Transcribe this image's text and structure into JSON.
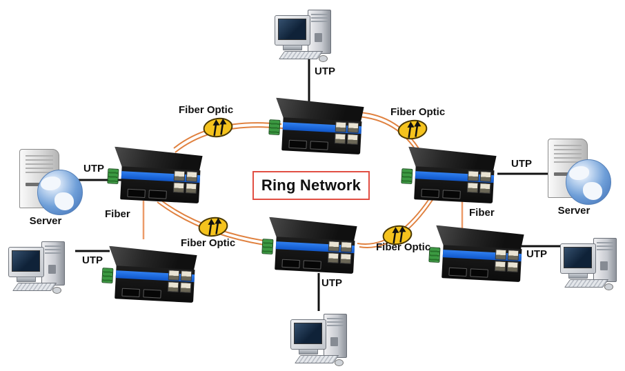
{
  "title": {
    "text": "Ring Network"
  },
  "colors": {
    "fiber_line": "#E0813F",
    "utp_line": "#111111",
    "switch_stripe_blue": "#1765E6",
    "fiber_icon_fill": "#F5C31D",
    "ring_box_border": "#E14E42",
    "label_text": "#111111"
  },
  "nodes": {
    "pc_top": {
      "type": "desktop-computer"
    },
    "pc_bottom_left": {
      "type": "desktop-computer"
    },
    "pc_bottom_center": {
      "type": "desktop-computer"
    },
    "pc_bottom_right": {
      "type": "desktop-computer"
    },
    "server_left": {
      "type": "server",
      "label": "Server"
    },
    "server_right": {
      "type": "server",
      "label": "Server"
    },
    "switch_top": {
      "type": "industrial-ethernet-switch"
    },
    "switch_left": {
      "type": "industrial-ethernet-switch"
    },
    "switch_right": {
      "type": "industrial-ethernet-switch"
    },
    "switch_bottom_center": {
      "type": "industrial-ethernet-switch"
    },
    "switch_bottom_left": {
      "type": "industrial-ethernet-switch"
    },
    "switch_bottom_right": {
      "type": "industrial-ethernet-switch"
    }
  },
  "links": {
    "utp_top": {
      "label": "UTP",
      "from": "pc_top",
      "to": "switch_top"
    },
    "utp_left": {
      "label": "UTP",
      "from": "server_left",
      "to": "switch_left"
    },
    "utp_right": {
      "label": "UTP",
      "from": "switch_right",
      "to": "server_right"
    },
    "utp_bottom_left": {
      "label": "UTP",
      "from": "pc_bottom_left",
      "to": "switch_bottom_left"
    },
    "utp_bottom_center": {
      "label": "UTP",
      "from": "switch_bottom_center",
      "to": "pc_bottom_center"
    },
    "utp_bottom_right": {
      "label": "UTP",
      "from": "switch_bottom_right",
      "to": "pc_bottom_right"
    },
    "fiber_left": {
      "label": "Fiber",
      "from": "switch_left",
      "to": "switch_bottom_left"
    },
    "fiber_right": {
      "label": "Fiber",
      "from": "switch_right",
      "to": "switch_bottom_right"
    },
    "fiber_optic_top_left": {
      "label": "Fiber Optic",
      "from": "switch_left",
      "to": "switch_top"
    },
    "fiber_optic_top_right": {
      "label": "Fiber Optic",
      "from": "switch_top",
      "to": "switch_right"
    },
    "fiber_optic_bottom_left": {
      "label": "Fiber Optic",
      "from": "switch_left",
      "to": "switch_bottom_center"
    },
    "fiber_optic_bottom_right": {
      "label": "Fiber Optic",
      "from": "switch_bottom_center",
      "to": "switch_right"
    }
  }
}
